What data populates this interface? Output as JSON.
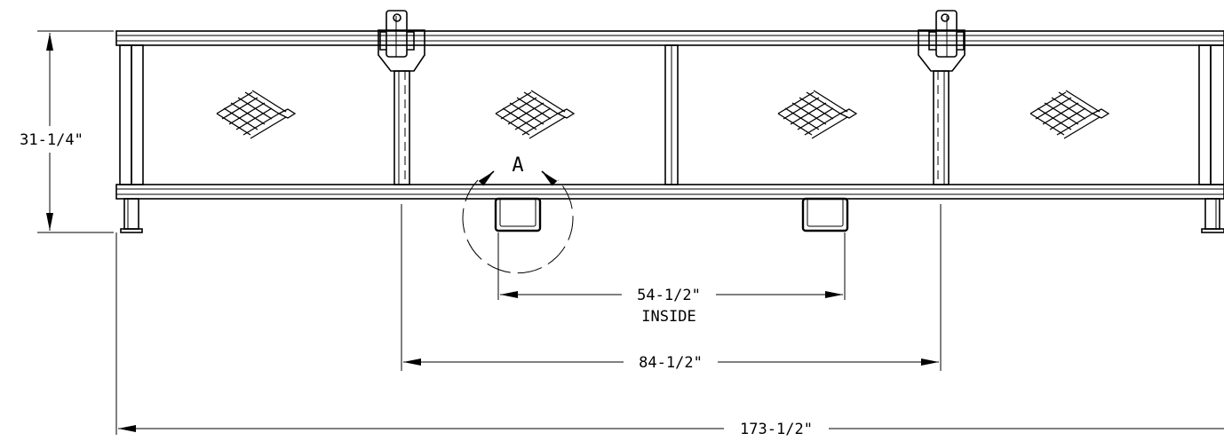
{
  "drawing": {
    "dimensions": {
      "height": "31-1/4\"",
      "overall_length": "173-1/2\"",
      "pickup_spacing": "84-1/2\"",
      "fork_pocket_spacing": "54-1/2\"",
      "fork_pocket_note": "INSIDE"
    },
    "detail_callout": "A"
  }
}
